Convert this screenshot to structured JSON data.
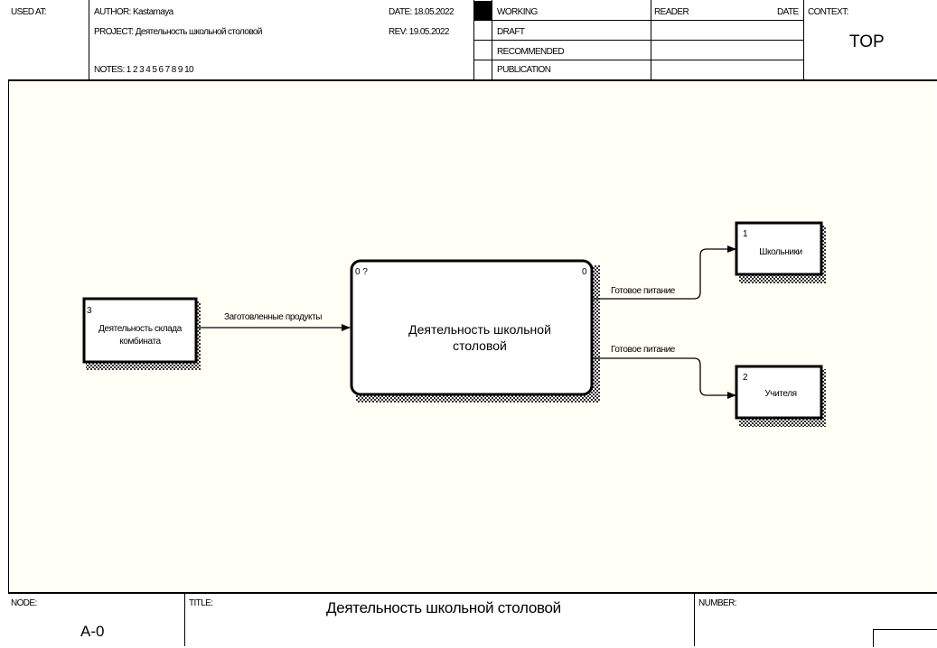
{
  "header": {
    "used_at": "USED AT:",
    "author": "AUTHOR:  Kastamaya",
    "project": "PROJECT:  Деятельность школьной столовой",
    "notes": "NOTES:  1  2  3  4  5  6  7  8  9  10",
    "date": "DATE:  18.05.2022",
    "rev": "REV:    19.05.2022",
    "status": [
      "WORKING",
      "DRAFT",
      "RECOMMENDED",
      "PUBLICATION"
    ],
    "reader": "READER",
    "reader_date": "DATE",
    "context_label": "CONTEXT:",
    "context_value": "TOP"
  },
  "diagram": {
    "main_box": {
      "number": "0",
      "cost": "0 ?",
      "label_line1": "Деятельность школьной",
      "label_line2": "столовой"
    },
    "source_box": {
      "number": "3",
      "label_line1": "Деятельность склада",
      "label_line2": "комбината"
    },
    "target_box_1": {
      "number": "1",
      "label": "Школьники"
    },
    "target_box_2": {
      "number": "2",
      "label": "Учителя"
    },
    "arrow_in": "Заготовленные продукты",
    "arrow_out_1": "Готовое питание",
    "arrow_out_2": "Готовое питание"
  },
  "footer": {
    "node_label": "NODE:",
    "node_value": "A-0",
    "title_label": "TITLE:",
    "title_value": "Деятельность школьной столовой",
    "number_label": "NUMBER:"
  }
}
